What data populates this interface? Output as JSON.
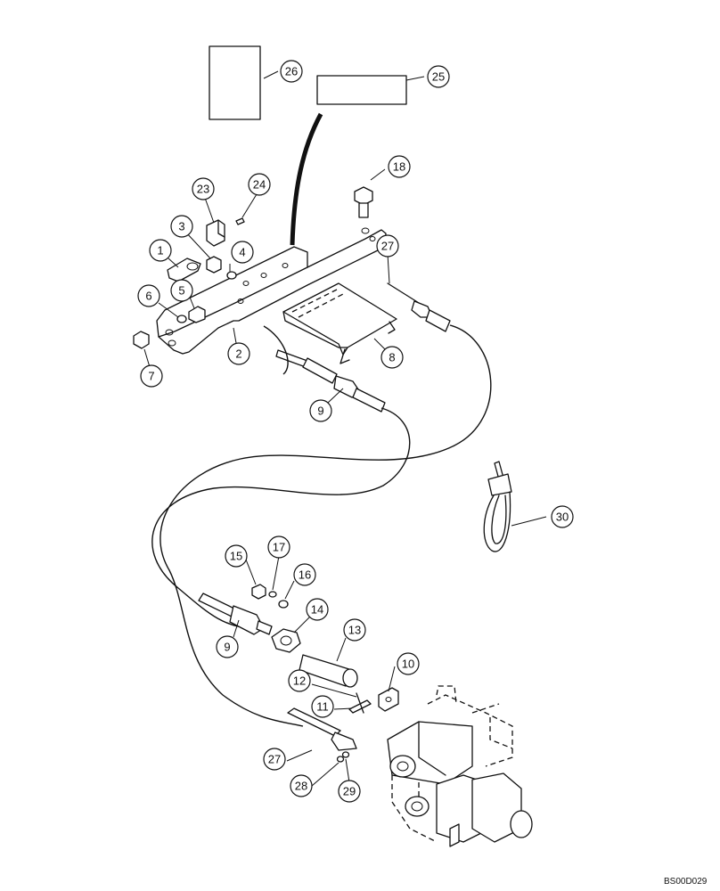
{
  "diagram": {
    "drawing_code": "BS00D029",
    "callouts": [
      {
        "id": "c26",
        "label": "26"
      },
      {
        "id": "c25",
        "label": "25"
      },
      {
        "id": "c18",
        "label": "18"
      },
      {
        "id": "c23",
        "label": "23"
      },
      {
        "id": "c24",
        "label": "24"
      },
      {
        "id": "c3",
        "label": "3"
      },
      {
        "id": "c27a",
        "label": "27"
      },
      {
        "id": "c1",
        "label": "1"
      },
      {
        "id": "c4",
        "label": "4"
      },
      {
        "id": "c5",
        "label": "5"
      },
      {
        "id": "c6",
        "label": "6"
      },
      {
        "id": "c7",
        "label": "7"
      },
      {
        "id": "c2",
        "label": "2"
      },
      {
        "id": "c8",
        "label": "8"
      },
      {
        "id": "c9a",
        "label": "9"
      },
      {
        "id": "c30",
        "label": "30"
      },
      {
        "id": "c15",
        "label": "15"
      },
      {
        "id": "c17",
        "label": "17"
      },
      {
        "id": "c16",
        "label": "16"
      },
      {
        "id": "c14",
        "label": "14"
      },
      {
        "id": "c13",
        "label": "13"
      },
      {
        "id": "c9b",
        "label": "9"
      },
      {
        "id": "c10",
        "label": "10"
      },
      {
        "id": "c12",
        "label": "12"
      },
      {
        "id": "c11",
        "label": "11"
      },
      {
        "id": "c27b",
        "label": "27"
      },
      {
        "id": "c28",
        "label": "28"
      },
      {
        "id": "c29",
        "label": "29"
      }
    ]
  }
}
